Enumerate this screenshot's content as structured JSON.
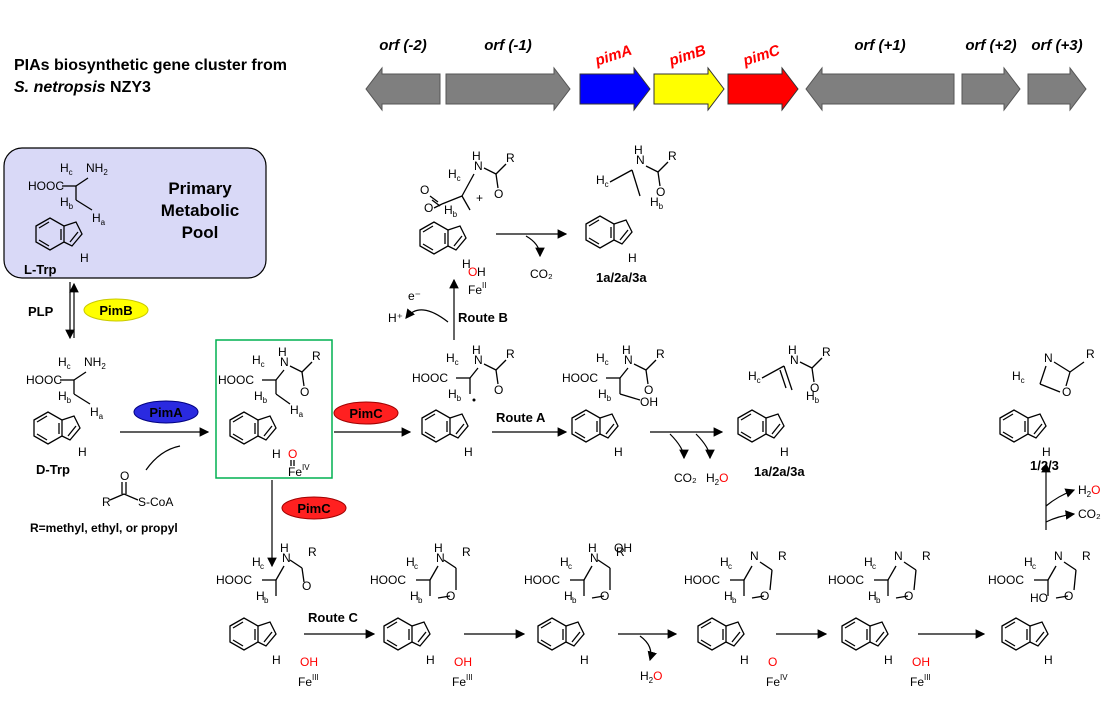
{
  "title": {
    "line1": "PIAs biosynthetic gene cluster from",
    "line2_italic": "S. netropsis",
    "line2_rest": " NZY3"
  },
  "colors": {
    "gene_gray": "#7f7f7f",
    "pimA": "#0000ff",
    "pimB": "#ffff00",
    "pimC": "#ff0000",
    "pool_bg": "#d9d9f7",
    "green_box": "#00b050",
    "label_red": "#ff0000"
  },
  "genes": [
    {
      "label": "orf (-2)",
      "direction": "left",
      "color": "gray"
    },
    {
      "label": "orf (-1)",
      "direction": "right",
      "color": "gray"
    },
    {
      "label": "pimA",
      "direction": "right",
      "color": "blue"
    },
    {
      "label": "pimB",
      "direction": "right",
      "color": "yellow"
    },
    {
      "label": "pimC",
      "direction": "right",
      "color": "red"
    },
    {
      "label": "orf (+1)",
      "direction": "left",
      "color": "gray"
    },
    {
      "label": "orf (+2)",
      "direction": "right",
      "color": "gray"
    },
    {
      "label": "orf (+3)",
      "direction": "right",
      "color": "gray"
    }
  ],
  "pool": {
    "line1": "Primary",
    "line2": "Metabolic",
    "line3": "Pool",
    "compound": "L-Trp"
  },
  "enzymes": {
    "pimA": "PimA",
    "pimB": "PimB",
    "pimC_top": "PimC",
    "pimC_bottom": "PimC"
  },
  "labels": {
    "plp": "PLP",
    "d_trp": "D-Trp",
    "acyl_coa": "S-CoA",
    "r_def": "R=methyl, ethyl, or propyl",
    "route_a": "Route A",
    "route_b": "Route B",
    "route_c": "Route C",
    "product_1a_top": "1a/2a/3a",
    "product_1a_mid": "1a/2a/3a",
    "product_123": "1/2/3",
    "co2": "CO₂",
    "h2o": "H₂O",
    "electron": "e⁻",
    "proton": "H⁺",
    "fe_iv": "Fe",
    "fe_iii": "Fe",
    "fe_ii": "Fe",
    "ox_iv": "IV",
    "ox_iii": "III",
    "ox_ii": "II"
  }
}
